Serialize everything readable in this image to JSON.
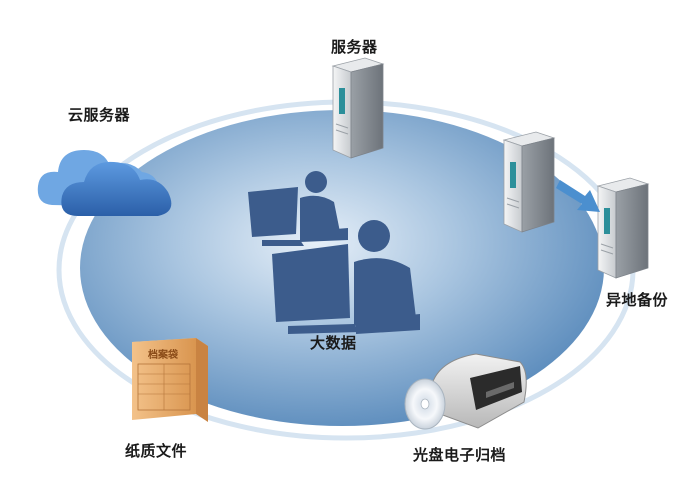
{
  "labels": {
    "server": "服务器",
    "cloud": "云服务器",
    "offsite": "异地备份",
    "bigdata": "大数据",
    "paper": "纸质文件",
    "optical": "光盘电子归档"
  },
  "archive_box_text": "档案袋",
  "colors": {
    "ellipse_center": "#dbe8f4",
    "ellipse_edge": "#5f8fbf",
    "ring": "#d6e4f1",
    "people": "#3c5c8c",
    "cloud": "#3a77c4",
    "server": "#d9dcdf",
    "server_screen": "#2c8f9a",
    "box": "#e6a96a",
    "arrow": "#4b8fcf"
  },
  "icons": [
    "cloud-icon",
    "server-icon",
    "people-at-computers-icon",
    "archive-box-icon",
    "optical-disc-printer-icon",
    "transfer-arrow-icon"
  ]
}
